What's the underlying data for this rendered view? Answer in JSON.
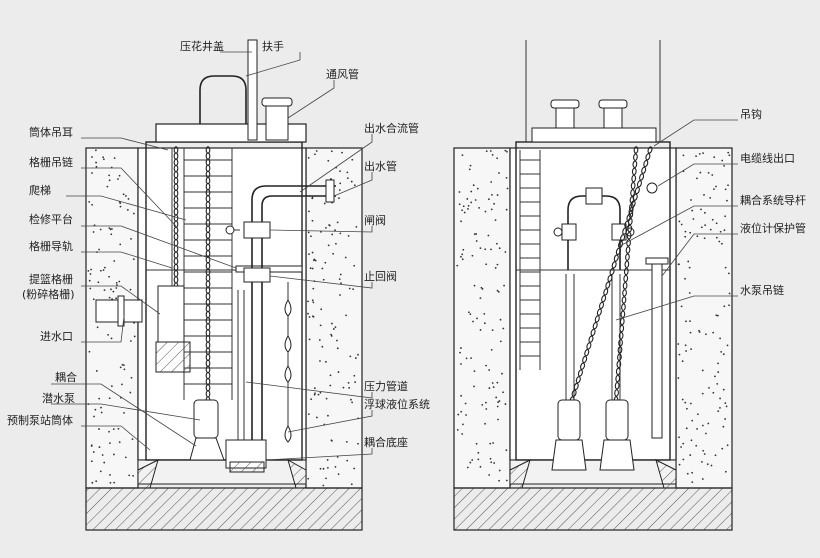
{
  "left_labels": {
    "pressure_cover": "压花井盖",
    "handrail": "扶手",
    "vent_pipe": "通风管",
    "tube_lug": "筒体吊耳",
    "outlet_manifold": "出水合流管",
    "grille_chain": "格栅吊链",
    "outlet_pipe": "出水管",
    "ladder": "爬梯",
    "maint_platform": "检修平台",
    "gate_valve": "闸阀",
    "grille_rail": "格栅导轨",
    "check_valve": "止回阀",
    "basket_grille": "提篮格栅",
    "basket_grille_note": "(粉碎格栅)",
    "inlet": "进水口",
    "coupling": "耦合",
    "pressure_pipe": "压力管道",
    "sub_pump": "潜水泵",
    "float_system": "浮球液位系统",
    "prefab_tube": "预制泵站筒体",
    "coupling_base": "耦合底座"
  },
  "right_labels": {
    "hook": "吊钩",
    "cable_outlet": "电缆线出口",
    "guide_rod": "耦合系统导杆",
    "level_pipe": "液位计保护管",
    "pump_chain": "水泵吊链"
  }
}
